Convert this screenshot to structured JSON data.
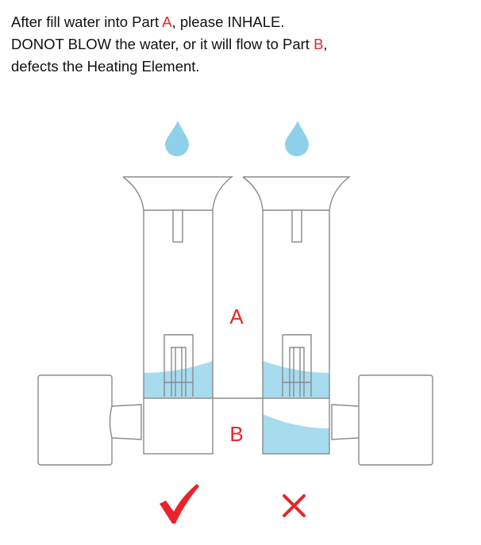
{
  "instructions": {
    "line1": {
      "before": "After fill water into Part ",
      "highlight": "A",
      "after": ", please INHALE."
    },
    "line2": {
      "before": "DONOT BLOW the water, or it will flow to Part ",
      "highlight": "B",
      "after": ","
    },
    "line3": {
      "text": "defects the Heating Element."
    }
  },
  "labels": {
    "part_a": "A",
    "part_b": "B"
  },
  "marks": {
    "correct": "check-mark",
    "wrong": "cross-mark"
  },
  "colors": {
    "water": "#a7dbee",
    "droplet": "#8ed0ea",
    "outline": "#8a8a8a",
    "highlight": "#e8242a"
  }
}
